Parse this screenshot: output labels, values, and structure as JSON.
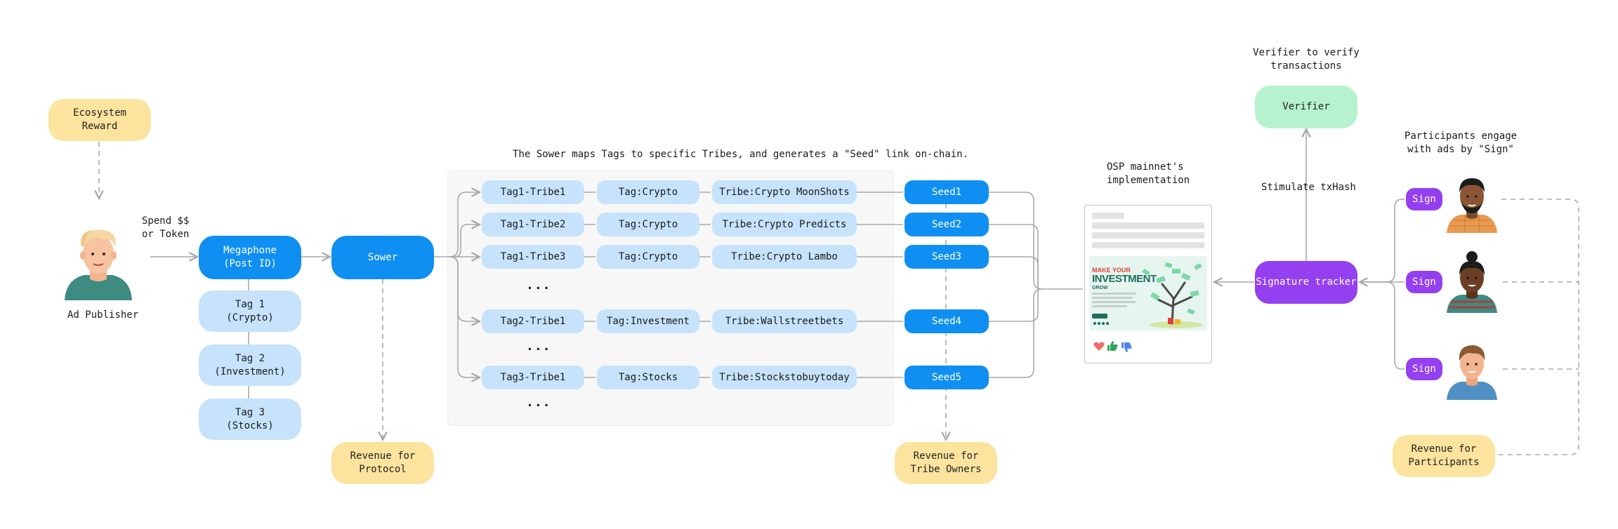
{
  "colors": {
    "yellow": "#fce39e",
    "blue": "#0f8ff2",
    "light_blue": "#c6e3fb",
    "green": "#b5f2cd",
    "purple": "#9440f0",
    "connector": "#a8a8a8"
  },
  "ecosystem_reward": "Ecosystem\nReward",
  "spend_label": "Spend $$\nor Token",
  "ad_publisher": "Ad Publisher",
  "megaphone": "Megaphone\n(Post ID)",
  "tags": [
    "Tag 1\n(Crypto)",
    "Tag 2\n(Investment)",
    "Tag 3\n(Stocks)"
  ],
  "sower": "Sower",
  "sower_caption": "The Sower maps Tags to specific Tribes, and generates a \"Seed\" link on-chain.",
  "rows": [
    {
      "tag_tribe": "Tag1-Tribe1",
      "tag": "Tag:Crypto",
      "tribe": "Tribe:Crypto MoonShots",
      "seed": "Seed1"
    },
    {
      "tag_tribe": "Tag1-Tribe2",
      "tag": "Tag:Crypto",
      "tribe": "Tribe:Crypto Predicts",
      "seed": "Seed2"
    },
    {
      "tag_tribe": "Tag1-Tribe3",
      "tag": "Tag:Crypto",
      "tribe": "Tribe:Crypto Lambo",
      "seed": "Seed3"
    },
    {
      "tag_tribe": "Tag2-Tribe1",
      "tag": "Tag:Investment",
      "tribe": "Tribe:Wallstreetbets",
      "seed": "Seed4"
    },
    {
      "tag_tribe": "Tag3-Tribe1",
      "tag": "Tag:Stocks",
      "tribe": "Tribe:Stockstobuytoday",
      "seed": "Seed5"
    }
  ],
  "ellipsis": "...",
  "revenue_protocol": "Revenue for\nProtocol",
  "revenue_tribe_owners": "Revenue for\nTribe Owners",
  "osp_label": "OSP mainnet's\nimplementation",
  "ad_card": {
    "headline_top": "MAKE YOUR",
    "headline_main": "INVESTMENT",
    "headline_sub": "GROW"
  },
  "signature_tracker": "Signature tracker",
  "stimulate_label": "Stimulate txHash",
  "verifier": "Verifier",
  "verifier_caption": "Verifier to verify\ntransactions",
  "participants_caption": "Participants engage\nwith ads by \"Sign\"",
  "sign_label": "Sign",
  "revenue_participants": "Revenue for\nParticipants"
}
